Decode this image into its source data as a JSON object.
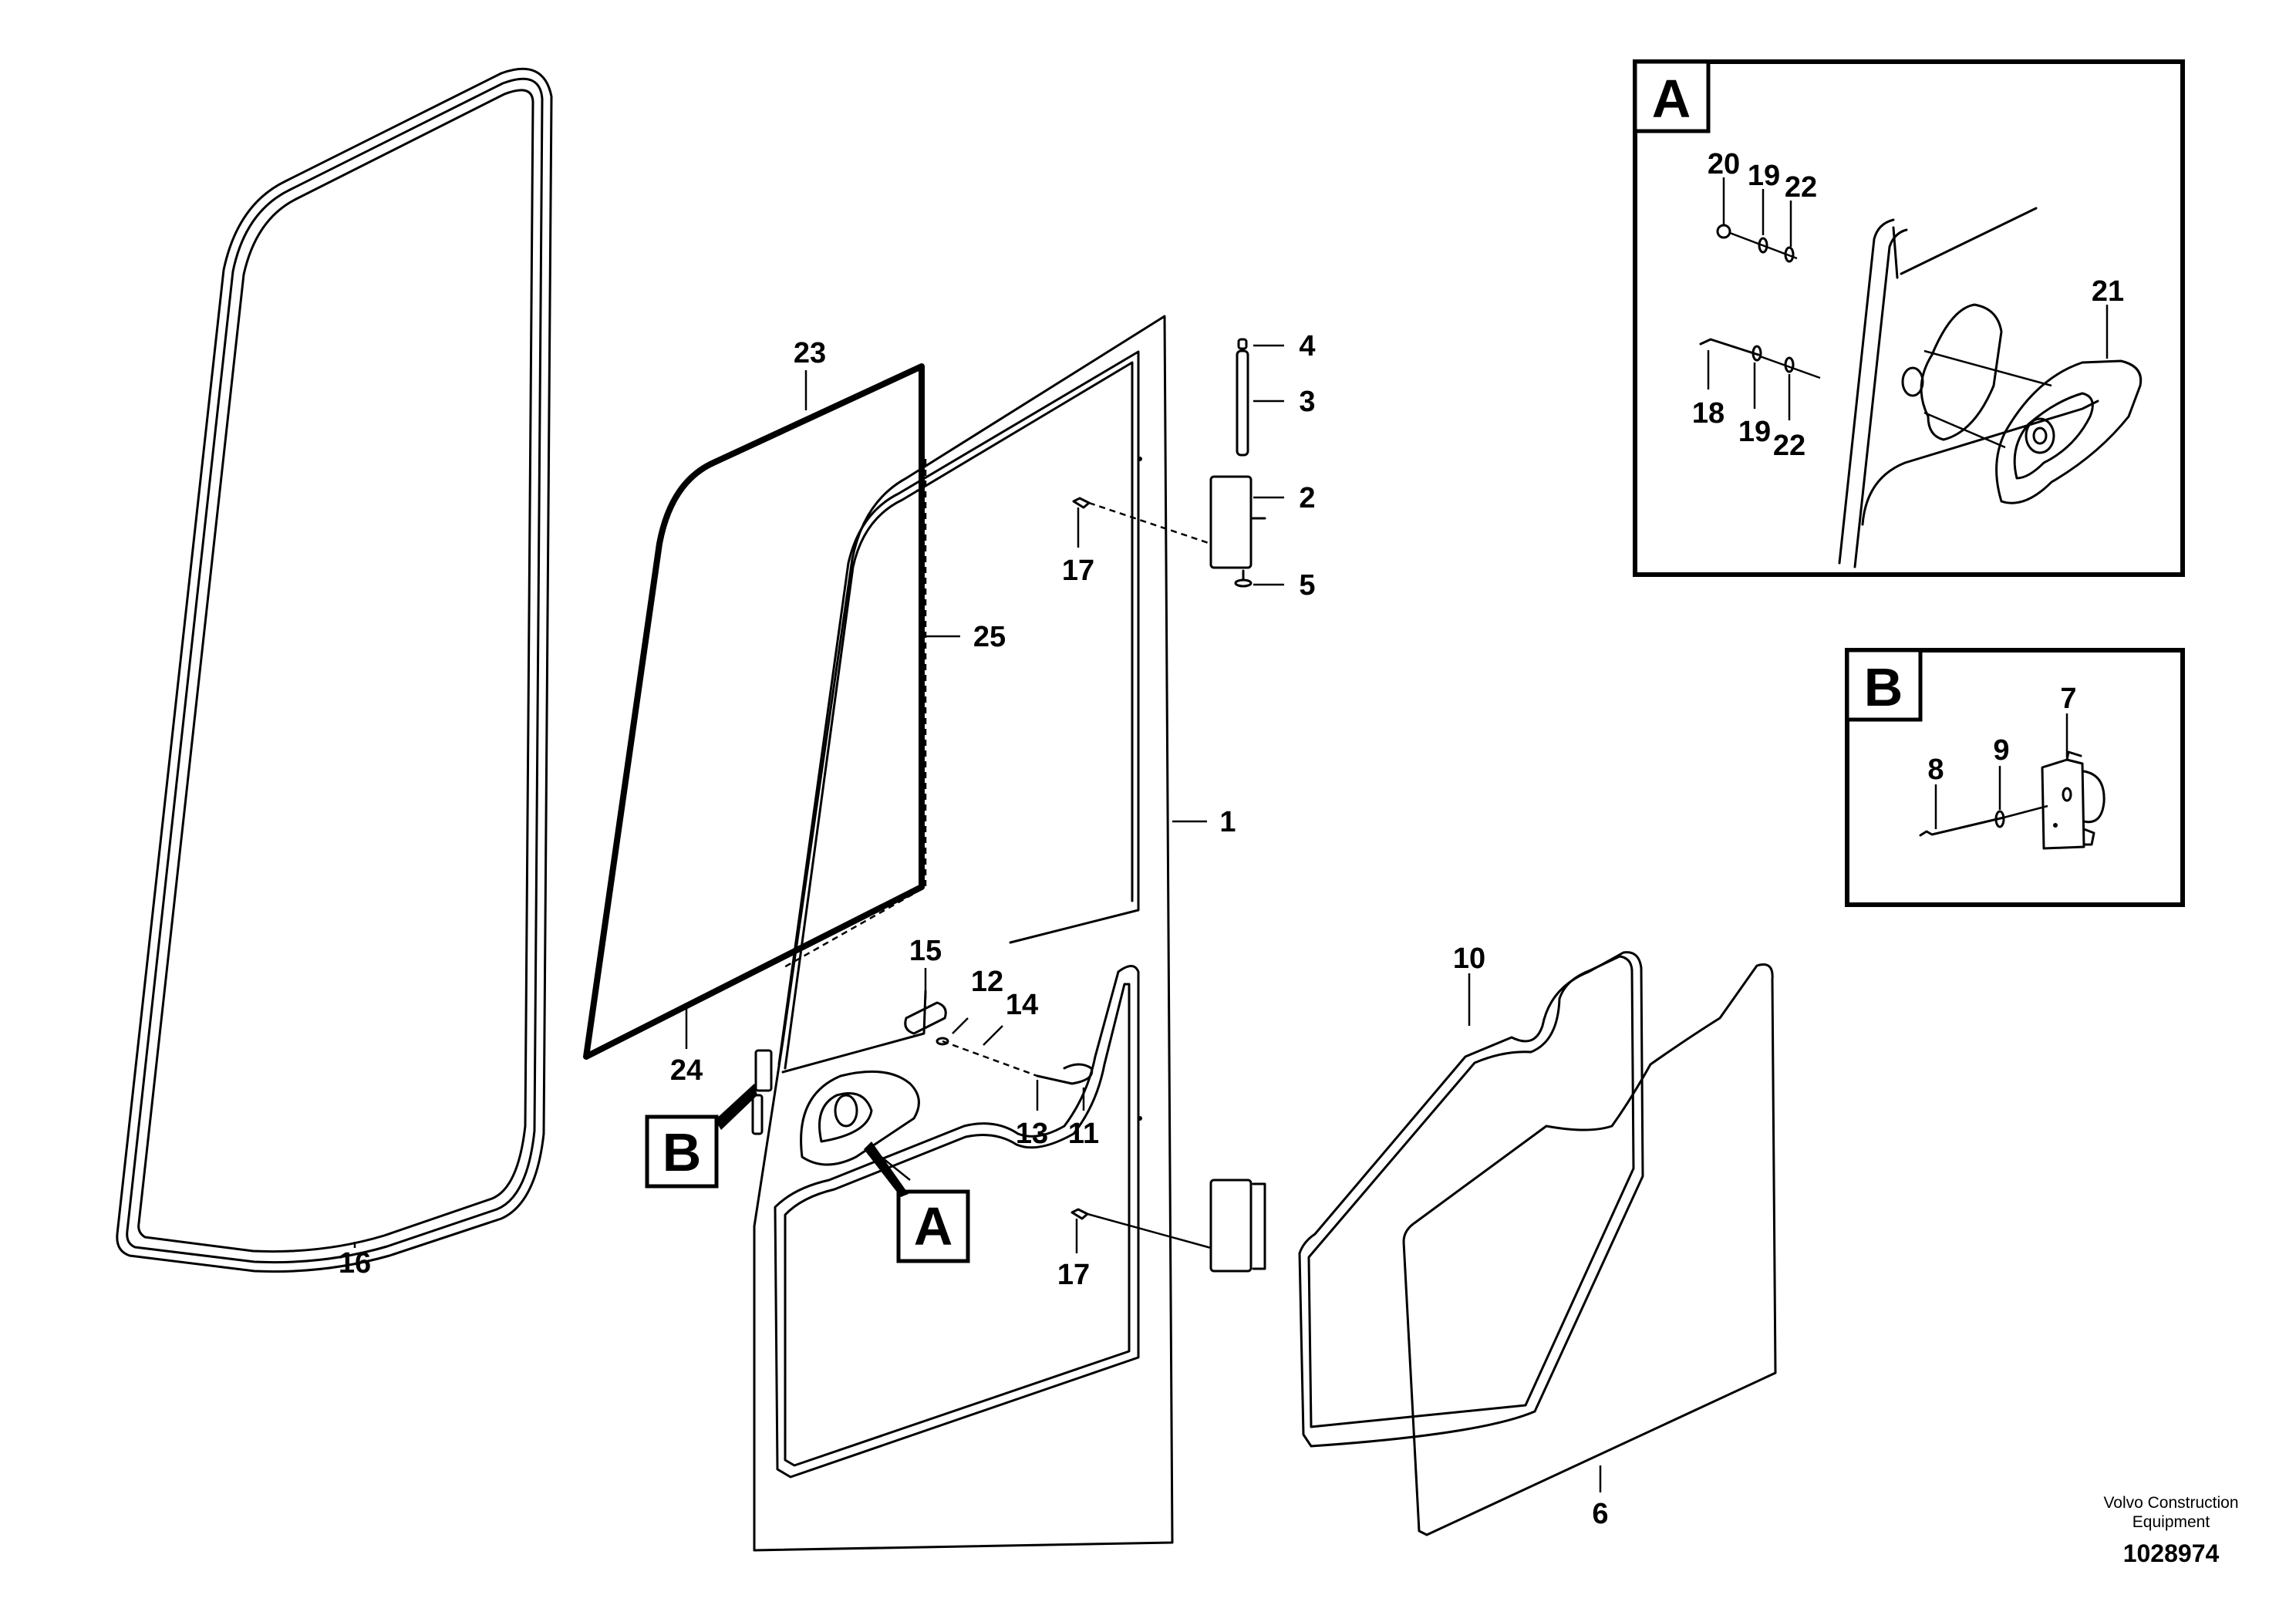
{
  "labels": {
    "l1": "1",
    "l2": "2",
    "l3": "3",
    "l4": "4",
    "l5": "5",
    "l6": "6",
    "l10": "10",
    "l11": "11",
    "l12": "12",
    "l13": "13",
    "l14": "14",
    "l15": "15",
    "l16": "16",
    "l17a": "17",
    "l17b": "17",
    "l23": "23",
    "l24": "24",
    "l25": "25"
  },
  "detail_a": {
    "letter": "A",
    "labels": {
      "l18": "18",
      "l19a": "19",
      "l19b": "19",
      "l20": "20",
      "l21": "21",
      "l22a": "22",
      "l22b": "22"
    }
  },
  "detail_b": {
    "letter": "B",
    "labels": {
      "l7": "7",
      "l8": "8",
      "l9": "9"
    }
  },
  "refs": {
    "a": "A",
    "b": "B"
  },
  "credit": {
    "line1": "Volvo Construction",
    "line2": "Equipment"
  },
  "doc_number": "1028974"
}
